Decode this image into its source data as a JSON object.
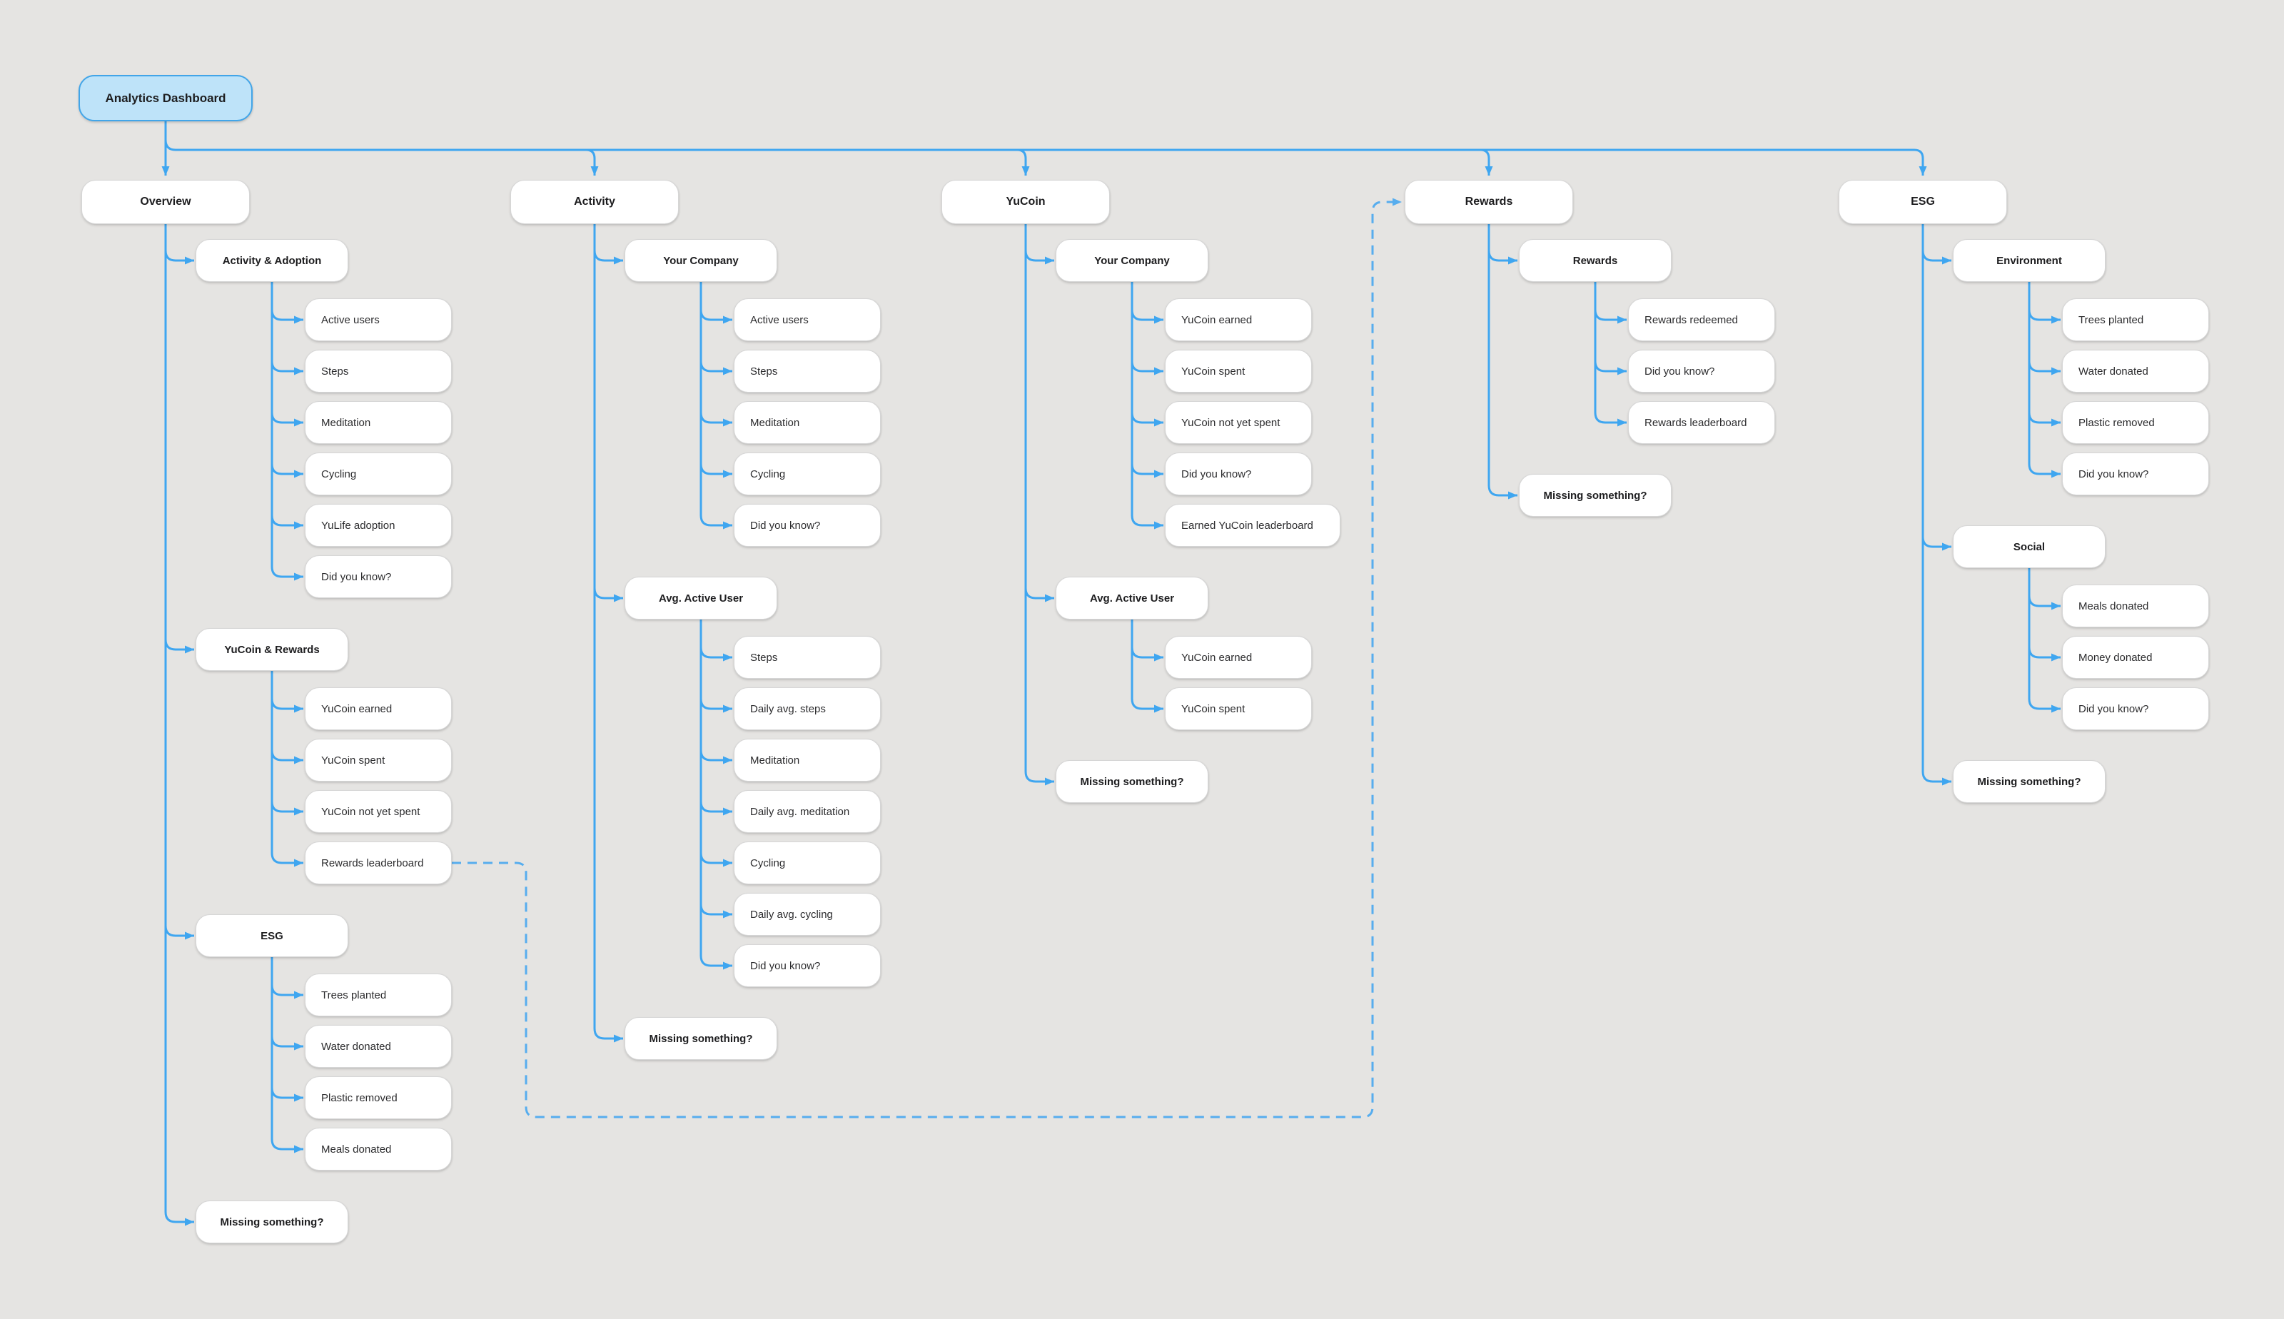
{
  "palette": {
    "background": "#e5e4e2",
    "connector_blue": "#3fa6f0",
    "dashed_blue": "#57adee",
    "root_fill": "#bee3f9",
    "root_border": "#42a5e8",
    "node_fill": "#ffffff",
    "node_border": "#d6d6d6",
    "text_dark": "#1d1d1f"
  },
  "tree": {
    "root": {
      "label": "Analytics Dashboard"
    },
    "branches": [
      {
        "label": "Overview",
        "sections": [
          {
            "label": "Activity & Adoption",
            "children": [
              "Active users",
              "Steps",
              "Meditation",
              "Cycling",
              "YuLife adoption",
              "Did you know?"
            ]
          },
          {
            "label": "YuCoin & Rewards",
            "children": [
              "YuCoin earned",
              "YuCoin spent",
              "YuCoin not yet spent",
              "Rewards leaderboard"
            ]
          },
          {
            "label": "ESG",
            "children": [
              "Trees planted",
              "Water donated",
              "Plastic removed",
              "Meals donated"
            ]
          },
          {
            "label": "Missing something?",
            "children": []
          }
        ]
      },
      {
        "label": "Activity",
        "sections": [
          {
            "label": "Your Company",
            "children": [
              "Active users",
              "Steps",
              "Meditation",
              "Cycling",
              "Did you know?"
            ]
          },
          {
            "label": "Avg. Active User",
            "children": [
              "Steps",
              "Daily avg. steps",
              "Meditation",
              "Daily avg. meditation",
              "Cycling",
              "Daily avg. cycling",
              "Did you know?"
            ]
          },
          {
            "label": "Missing something?",
            "children": []
          }
        ]
      },
      {
        "label": "YuCoin",
        "sections": [
          {
            "label": "Your Company",
            "children": [
              "YuCoin earned",
              "YuCoin spent",
              "YuCoin not yet spent",
              "Did you know?",
              "Earned YuCoin leaderboard"
            ]
          },
          {
            "label": "Avg. Active User",
            "children": [
              "YuCoin earned",
              "YuCoin spent"
            ]
          },
          {
            "label": "Missing something?",
            "children": []
          }
        ]
      },
      {
        "label": "Rewards",
        "sections": [
          {
            "label": "Rewards",
            "children": [
              "Rewards redeemed",
              "Did you know?",
              "Rewards leaderboard"
            ]
          },
          {
            "label": "Missing something?",
            "children": []
          }
        ]
      },
      {
        "label": "ESG",
        "sections": [
          {
            "label": "Environment",
            "children": [
              "Trees planted",
              "Water donated",
              "Plastic removed",
              "Did you know?"
            ]
          },
          {
            "label": "Social",
            "children": [
              "Meals donated",
              "Money donated",
              "Did you know?"
            ]
          },
          {
            "label": "Missing something?",
            "children": []
          }
        ]
      }
    ],
    "cross_link": {
      "from_branch": "Overview",
      "from_node": "Rewards leaderboard",
      "to_node": "Rewards",
      "style": "dashed"
    }
  }
}
